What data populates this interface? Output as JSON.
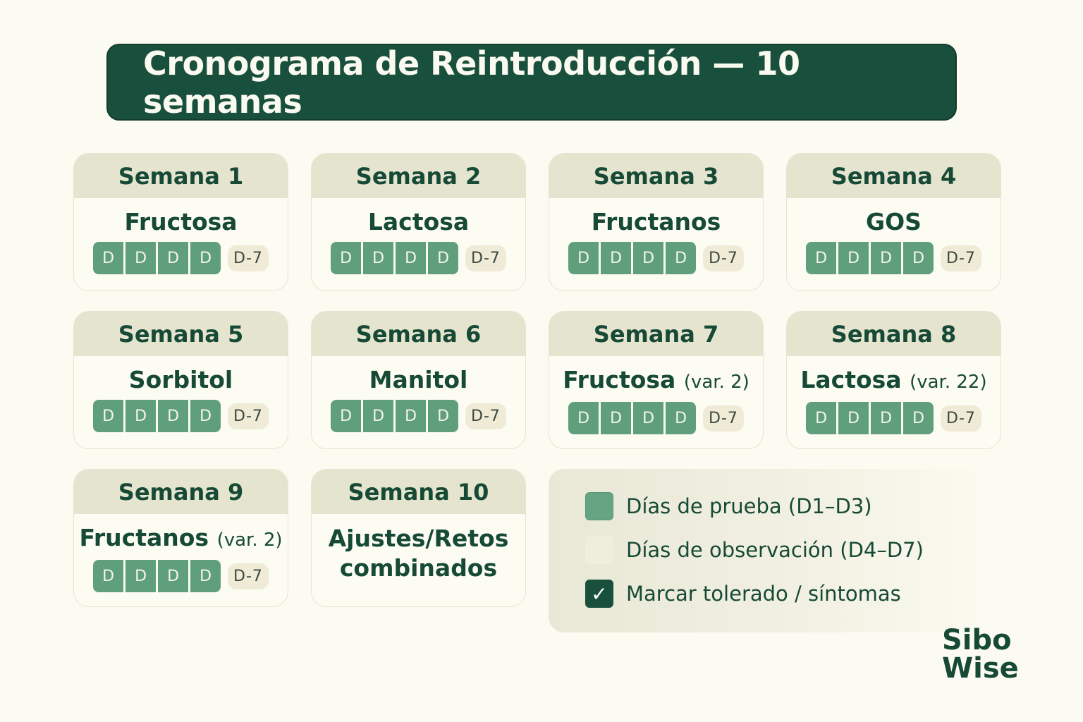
{
  "title": "Cronograma de Reintroducción — 10 semanas",
  "weeks": [
    {
      "label": "Semana 1",
      "food": "Fructosa",
      "variant": "",
      "days": [
        "D",
        "D",
        "D",
        "D"
      ],
      "observation": "D-7"
    },
    {
      "label": "Semana 2",
      "food": "Lactosa",
      "variant": "",
      "days": [
        "D",
        "D",
        "D",
        "D"
      ],
      "observation": "D-7"
    },
    {
      "label": "Semana 3",
      "food": "Fructanos",
      "variant": "",
      "days": [
        "D",
        "D",
        "D",
        "D"
      ],
      "observation": "D-7"
    },
    {
      "label": "Semana 4",
      "food": "GOS",
      "variant": "",
      "days": [
        "D",
        "D",
        "D",
        "D"
      ],
      "observation": "D-7"
    },
    {
      "label": "Semana 5",
      "food": "Sorbitol",
      "variant": "",
      "days": [
        "D",
        "D",
        "D",
        "D"
      ],
      "observation": "D-7"
    },
    {
      "label": "Semana 6",
      "food": "Manitol",
      "variant": "",
      "days": [
        "D",
        "D",
        "D",
        "D"
      ],
      "observation": "D-7"
    },
    {
      "label": "Semana 7",
      "food": "Fructosa",
      "variant": "(var. 2)",
      "days": [
        "D",
        "D",
        "D",
        "D"
      ],
      "observation": "D-7"
    },
    {
      "label": "Semana 8",
      "food": "Lactosa",
      "variant": "(var. 22)",
      "days": [
        "D",
        "D",
        "D",
        "D"
      ],
      "observation": "D-7"
    },
    {
      "label": "Semana 9",
      "food": "Fructanos",
      "variant": "(var. 2)",
      "days": [
        "D",
        "D",
        "D",
        "D"
      ],
      "observation": "D-7"
    },
    {
      "label": "Semana 10",
      "food_line1": "Ajustes/Retos",
      "food_line2": "combinados"
    }
  ],
  "legend": {
    "test_days": "Días de prueba (D1–D3)",
    "observation_days": "Días de observación (D4–D7)",
    "mark": "Marcar tolerado / síntomas",
    "check_glyph": "✓"
  },
  "brand": {
    "line1": "Sibo",
    "line2": "Wise"
  },
  "colors": {
    "title_bg": "#19503d",
    "text": "#174a36",
    "test_day": "#5f9f7b",
    "card_header": "#e5e4cf",
    "background": "#fcfbf1"
  }
}
